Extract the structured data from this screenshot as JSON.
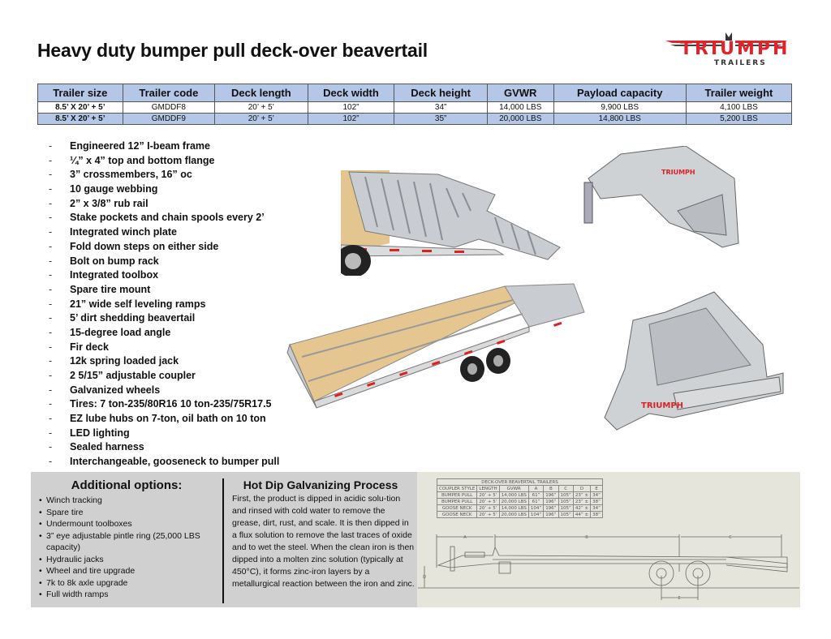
{
  "title": "Heavy duty bumper pull deck-over beavertail",
  "logo": {
    "brand": "TRIUMPH",
    "sub": "TRAILERS",
    "color": "#e0242b"
  },
  "specs": {
    "headers": [
      "Trailer size",
      "Trailer code",
      "Deck length",
      "Deck width",
      "Deck height",
      "GVWR",
      "Payload capacity",
      "Trailer weight"
    ],
    "rows": [
      [
        "8.5’ X 20’ + 5’",
        "GMDDF8",
        "20’ + 5’",
        "102”",
        "34”",
        "14,000 LBS",
        "9,900 LBS",
        "4,100 LBS"
      ],
      [
        "8.5’ X 20’ + 5’",
        "GMDDF9",
        "20’ + 5’",
        "102”",
        "35”",
        "20,000 LBS",
        "14,800 LBS",
        "5,200 LBS"
      ]
    ]
  },
  "features": [
    "Engineered 12” I-beam frame",
    "¼” x 4” top and bottom flange",
    "3” crossmembers, 16” oc",
    "10 gauge webbing",
    "2” x 3/8” rub rail",
    "Stake pockets and chain spools every 2’",
    "Integrated winch plate",
    "Fold down steps on either side",
    "Bolt on bump rack",
    "Integrated toolbox",
    "Spare tire mount",
    "21” wide self leveling ramps",
    "5’ dirt shedding beavertail",
    "15-degree load angle",
    "Fir deck",
    "12k spring loaded jack",
    "2 5/15” adjustable coupler",
    "Galvanized wheels",
    "Tires: 7 ton-235/80R16 10 ton-235/75R17.5",
    "EZ lube hubs on 7-ton, oil bath on 10 ton",
    "LED lighting",
    "Sealed harness",
    "Interchangeable, gooseneck to bumper pull"
  ],
  "options": {
    "title": "Additional options:",
    "items": [
      "Winch tracking",
      "Spare tire",
      "Undermount toolboxes",
      "3” eye adjustable pintle ring (25,000 LBS capacity)",
      "Hydraulic jacks",
      "Wheel and tire upgrade",
      "7k to 8k axle upgrade",
      "Full width ramps"
    ]
  },
  "galvanizing": {
    "title": "Hot Dip Galvanizing Process",
    "body": "First, the product is dipped in acidic solu-tion and rinsed with cold water to remove the grease, dirt, rust, and scale. It is then dipped in a flux solution to remove the last traces of oxide and to wet the steel. When the clean iron is then dipped into a molten zinc solution (typically at 450°C), it forms zinc-iron layers by a metallurgical reaction between the iron and zinc."
  },
  "drawing": {
    "table_title": "DECK-OVER BEAVERTAIL TRAILERS",
    "headers": [
      "COUPLER STYLE",
      "LENGTH",
      "GVWR",
      "A",
      "B",
      "C",
      "D",
      "E"
    ],
    "rows": [
      [
        "BUMPER PULL",
        "20’ + 5’",
        "14,000 LBS",
        "61”",
        "196”",
        "105”",
        "23” ±",
        "34”"
      ],
      [
        "BUMPER PULL",
        "20’ + 5’",
        "20,000 LBS",
        "61”",
        "196”",
        "105”",
        "23” ±",
        "38”"
      ],
      [
        "GOOSE NECK",
        "20’ + 5’",
        "14,000 LBS",
        "104”",
        "196”",
        "105”",
        "42” ±",
        "34”"
      ],
      [
        "GOOSE NECK",
        "20’ + 5’",
        "20,000 LBS",
        "104”",
        "196”",
        "105”",
        "44” ±",
        "38”"
      ]
    ],
    "dim_labels": {
      "a": "A",
      "b": "B",
      "c": "C",
      "d": "D",
      "e": "E"
    }
  }
}
